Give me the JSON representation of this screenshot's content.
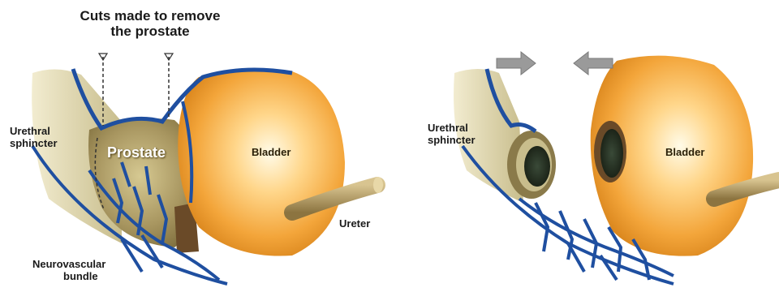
{
  "title_line1": "Cuts made to remove",
  "title_line2": "the prostate",
  "left": {
    "urethral_sphincter": [
      "Urethral",
      "sphincter"
    ],
    "prostate": "Prostate",
    "bladder": "Bladder",
    "ureter": "Ureter",
    "neurovascular_bundle": [
      "Neurovascular",
      "bundle"
    ]
  },
  "right": {
    "urethral_sphincter": [
      "Urethral",
      "sphincter"
    ],
    "bladder": "Bladder"
  },
  "colors": {
    "vessel": "#1f4fa0",
    "bladder": "#f0a030",
    "prostate": "#a89660",
    "urethra": "#d8d0a8",
    "ureter": "#b8a070",
    "arrow": "#9a9a9a"
  }
}
